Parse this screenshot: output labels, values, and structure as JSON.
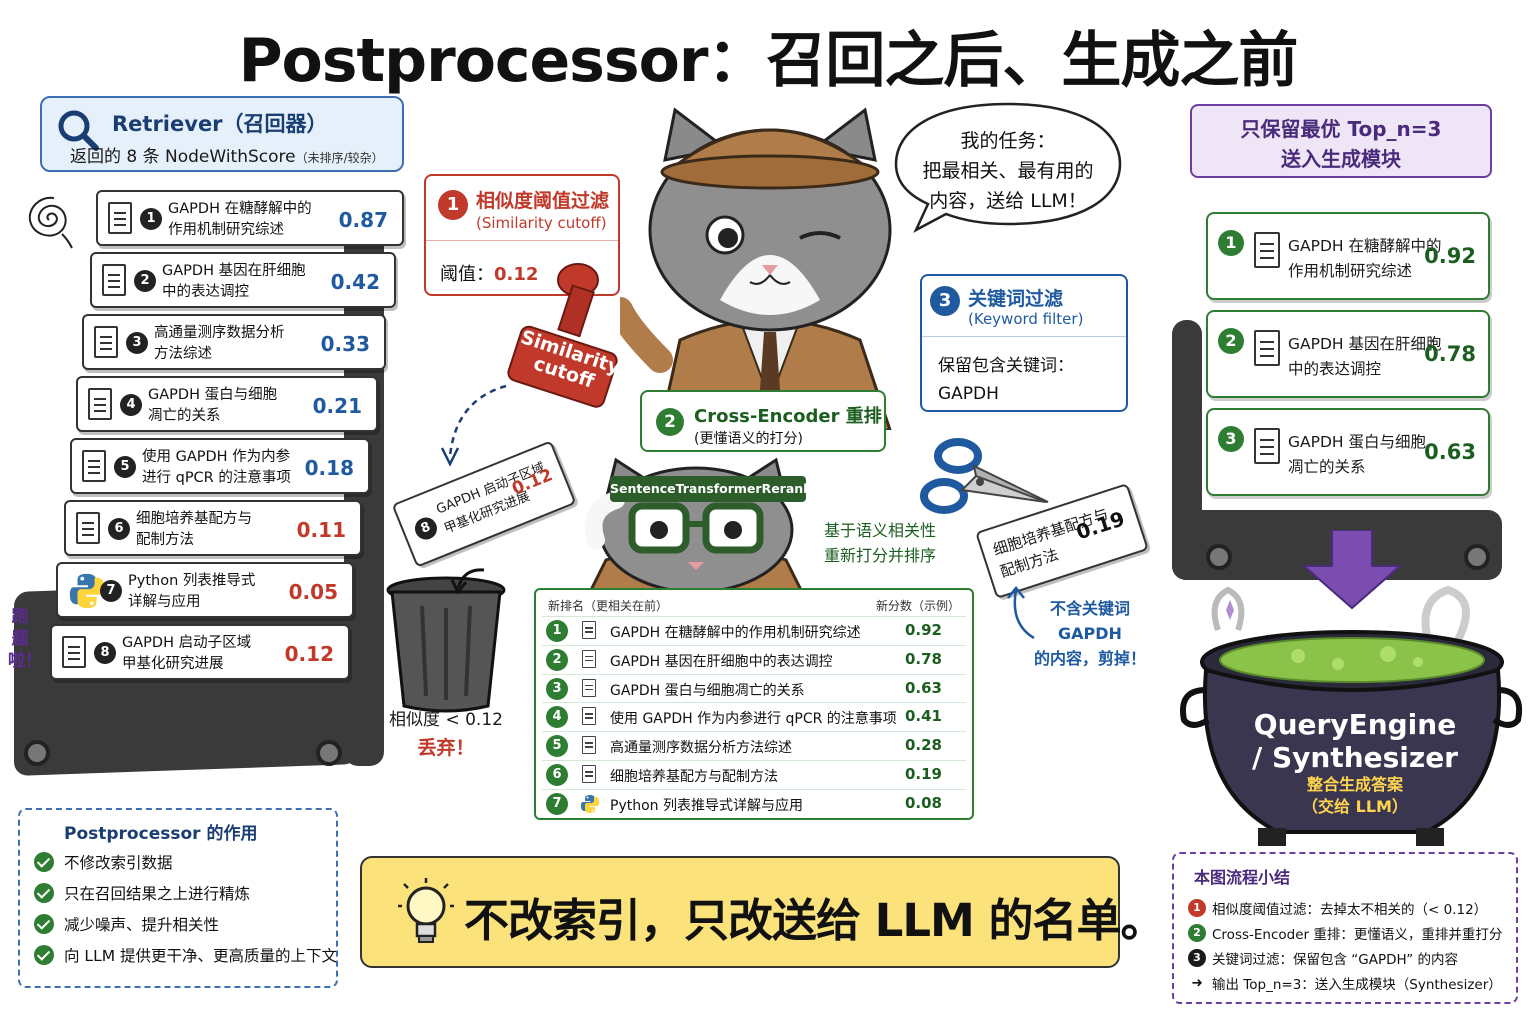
{
  "title": "Postprocessor：召回之后、生成之前",
  "retriever": {
    "title": "Retriever（召回器）",
    "subtitle": "返回的 8 条 NodeWithScore",
    "note": "（未排序/较杂）"
  },
  "incoming_docs": [
    {
      "num": "1",
      "text": "GAPDH 在糖酵解中的\n作用机制研究综述",
      "score": "0.87",
      "color": "#1f5aa0",
      "icon": "document-icon"
    },
    {
      "num": "2",
      "text": "GAPDH 基因在肝细胞\n中的表达调控",
      "score": "0.42",
      "color": "#1f5aa0",
      "icon": "document-icon"
    },
    {
      "num": "3",
      "text": "高通量测序数据分析\n方法综述",
      "score": "0.33",
      "color": "#1f5aa0",
      "icon": "document-icon"
    },
    {
      "num": "4",
      "text": "GAPDH 蛋白与细胞\n凋亡的关系",
      "score": "0.21",
      "color": "#1f5aa0",
      "icon": "document-icon"
    },
    {
      "num": "5",
      "text": "使用 GAPDH 作为内参\n进行 qPCR 的注意事项",
      "score": "0.18",
      "color": "#1f5aa0",
      "icon": "document-icon"
    },
    {
      "num": "6",
      "text": "细胞培养基配方与\n配制方法",
      "score": "0.11",
      "color": "#c0392b",
      "icon": "document-icon"
    },
    {
      "num": "7",
      "text": "Python 列表推导式\n详解与应用",
      "score": "0.05",
      "color": "#c0392b",
      "icon": "python-icon"
    },
    {
      "num": "8",
      "text": "GAPDH 启动子区域\n甲基化研究进展",
      "score": "0.12",
      "color": "#c0392b",
      "icon": "document-icon"
    }
  ],
  "offtopic_label": "跑题啦！",
  "cutoff": {
    "num": "1",
    "title": "相似度阈值过滤",
    "subtitle": "(Similarity cutoff)",
    "threshold_label": "阈值：",
    "threshold_value": "0.12",
    "stamp_text": "Similarity cutoff"
  },
  "speech": "我的任务：\n把最相关、最有用的\n内容，送给 LLM！",
  "cross_encoder": {
    "num": "2",
    "title": "Cross-Encoder 重排",
    "subtitle": "(更懂语义的打分)",
    "badge_text": "SentenceTransformerRerank",
    "note": "基于语义相关性\n重新打分并排序"
  },
  "keyword": {
    "num": "3",
    "title": "关键词过滤",
    "subtitle": "(Keyword filter)",
    "text": "保留包含关键词：\nGAPDH"
  },
  "discarded_card": {
    "num": "8",
    "text": "GAPDH 启动子区域\n甲基化研究进展",
    "score": "0.12"
  },
  "discard_label": {
    "line1": "相似度 < 0.12",
    "line2": "丢弃！"
  },
  "cut_card": {
    "text": "细胞培养基配方与\n配制方法",
    "score": "0.19"
  },
  "cut_note": "不含关键词\nGAPDH\n的内容，剪掉！",
  "rerank": {
    "head_left": "新排名（更相关在前）",
    "head_right": "新分数（示例）",
    "rows": [
      {
        "num": "1",
        "text": "GAPDH 在糖酵解中的作用机制研究综述",
        "score": "0.92",
        "icon": "document-icon"
      },
      {
        "num": "2",
        "text": "GAPDH 基因在肝细胞中的表达调控",
        "score": "0.78",
        "icon": "document-icon"
      },
      {
        "num": "3",
        "text": "GAPDH 蛋白与细胞凋亡的关系",
        "score": "0.63",
        "icon": "document-icon"
      },
      {
        "num": "4",
        "text": "使用 GAPDH 作为内参进行 qPCR 的注意事项",
        "score": "0.41",
        "icon": "document-icon"
      },
      {
        "num": "5",
        "text": "高通量测序数据分析方法综述",
        "score": "0.28",
        "icon": "document-icon"
      },
      {
        "num": "6",
        "text": "细胞培养基配方与配制方法",
        "score": "0.19",
        "icon": "document-icon"
      },
      {
        "num": "7",
        "text": "Python 列表推导式详解与应用",
        "score": "0.08",
        "icon": "python-icon"
      }
    ]
  },
  "topn": {
    "line1": "只保留最优 Top_n=3",
    "line2": "送入生成模块"
  },
  "final_docs": [
    {
      "num": "1",
      "text": "GAPDH 在糖酵解中的\n作用机制研究综述",
      "score": "0.92"
    },
    {
      "num": "2",
      "text": "GAPDH 基因在肝细胞\n中的表达调控",
      "score": "0.78"
    },
    {
      "num": "3",
      "text": "GAPDH 蛋白与细胞\n凋亡的关系",
      "score": "0.63"
    }
  ],
  "cauldron": {
    "line1": "QueryEngine",
    "line2": "/ Synthesizer",
    "line3": "整合生成答案",
    "line4": "（交给 LLM）"
  },
  "role": {
    "title": "Postprocessor 的作用",
    "items": [
      "不修改索引数据",
      "只在召回结果之上进行精炼",
      "减少噪声、提升相关性",
      "向 LLM 提供更干净、更高质量的上下文"
    ]
  },
  "banner": "不改索引，只改送给 LLM 的名单。",
  "summary": {
    "title": "本图流程小结",
    "items": [
      {
        "marker": "1",
        "color": "#c0392b",
        "text": "相似度阈值过滤：去掉太不相关的（< 0.12）"
      },
      {
        "marker": "2",
        "color": "#2e7d32",
        "text": "Cross-Encoder 重排：更懂语义，重排并重打分"
      },
      {
        "marker": "3",
        "color": "#1a1a1a",
        "text": "关键词过滤：保留包含 “GAPDH” 的内容"
      },
      {
        "marker": "➜",
        "color": "",
        "text": "输出 Top_n=3：送入生成模块（Synthesizer）"
      }
    ]
  }
}
